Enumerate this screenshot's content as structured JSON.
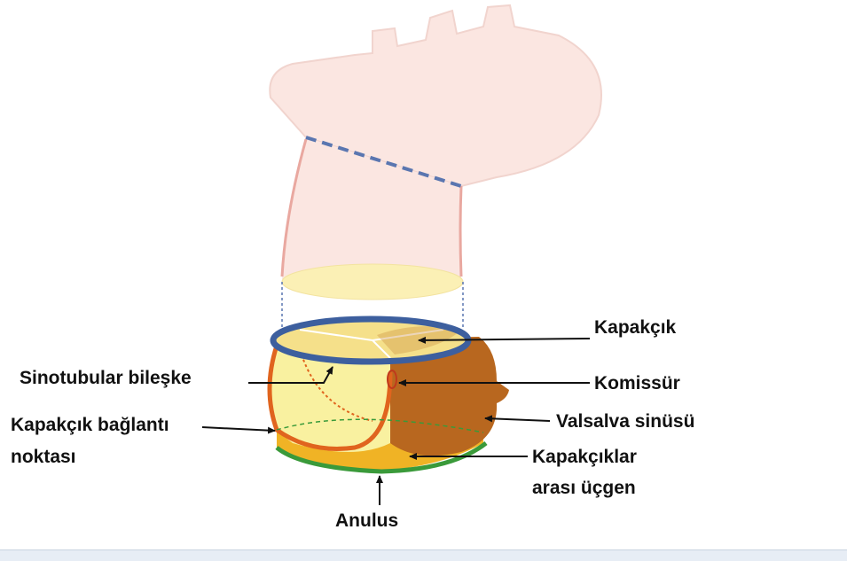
{
  "labels": {
    "kapakcik": "Kapakçık",
    "sinotubular": "Sinotubular bileşke",
    "komissur": "Komissür",
    "baglanti_line1": "Kapakçık bağlantı",
    "baglanti_line2": "noktası",
    "valsalva": "Valsalva sinüsü",
    "ucgen_line1": "Kapakçıklar",
    "ucgen_line2": "arası üçgen",
    "anulus": "Anulus"
  },
  "colors": {
    "aorta_fill": "#fbe6e1",
    "aorta_edge": "#e9a8a0",
    "valve_yellow": "#f9f1a0",
    "sinus_brown": "#b8671f",
    "ring_blue": "#3d5f9e",
    "annulus_green": "#3a9a3a",
    "triangle_gold": "#f0b325",
    "attach_orange": "#e0641e",
    "arrow": "#111111"
  }
}
